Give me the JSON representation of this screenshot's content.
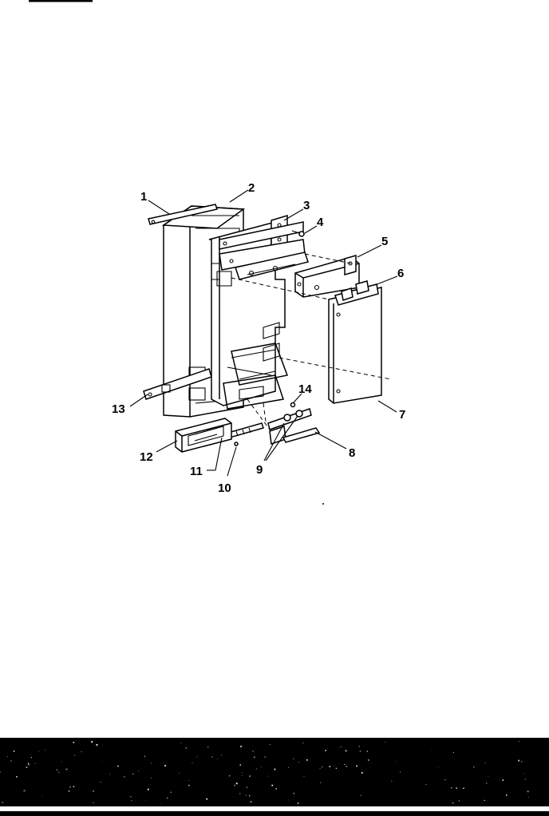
{
  "diagram": {
    "callouts": [
      {
        "id": "1",
        "label": "1"
      },
      {
        "id": "2",
        "label": "2"
      },
      {
        "id": "3",
        "label": "3"
      },
      {
        "id": "4",
        "label": "4"
      },
      {
        "id": "5",
        "label": "5"
      },
      {
        "id": "6",
        "label": "6"
      },
      {
        "id": "7",
        "label": "7"
      },
      {
        "id": "8",
        "label": "8"
      },
      {
        "id": "9",
        "label": "9"
      },
      {
        "id": "10",
        "label": "10"
      },
      {
        "id": "11",
        "label": "11"
      },
      {
        "id": "12",
        "label": "12"
      },
      {
        "id": "13",
        "label": "13"
      },
      {
        "id": "14",
        "label": "14"
      }
    ]
  },
  "colors": {
    "ink": "#000000",
    "paper": "#ffffff"
  }
}
